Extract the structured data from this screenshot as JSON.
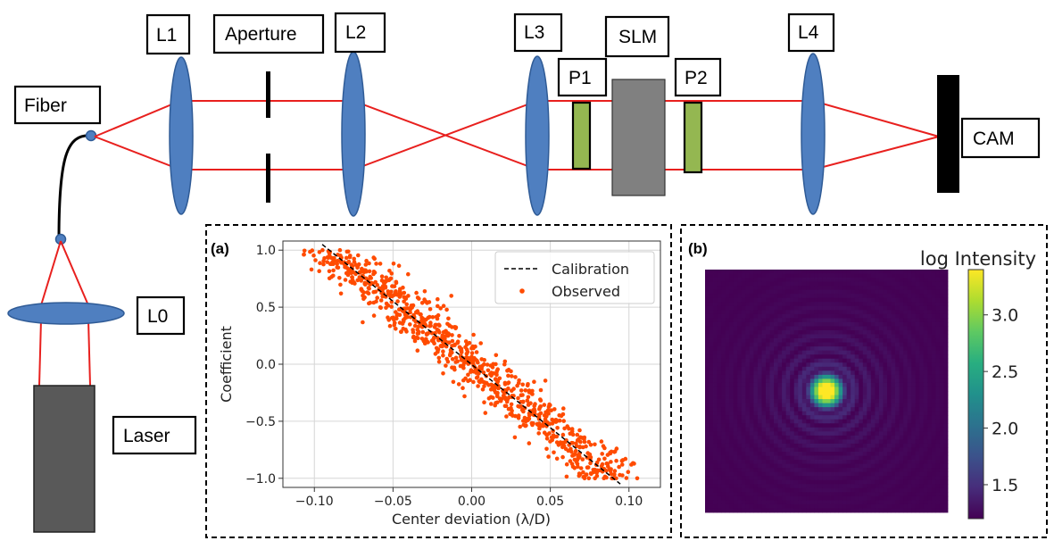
{
  "setup": {
    "labels": {
      "fiber": "Fiber",
      "l1": "L1",
      "aperture": "Aperture",
      "l2": "L2",
      "l3": "L3",
      "slm": "SLM",
      "p1": "P1",
      "p2": "P2",
      "l4": "L4",
      "cam": "CAM",
      "l0": "L0",
      "laser": "Laser"
    },
    "colors": {
      "beam": "#e8201e",
      "lens": "#4f7fc0",
      "polarizer": "#94b751",
      "slm": "#808080",
      "laser": "#595959",
      "camera": "#000000"
    }
  },
  "panel_a": {
    "label": "(a)",
    "chart_data": {
      "type": "scatter",
      "xlabel": "Center deviation (λ/D)",
      "ylabel": "Coefficient",
      "xlim": [
        -0.12,
        0.12
      ],
      "ylim": [
        -1.08,
        1.08
      ],
      "x_ticks": [
        "−0.10",
        "−0.05",
        "0.00",
        "0.05",
        "0.10"
      ],
      "y_ticks": [
        "1.0",
        "0.5",
        "0.0",
        "−0.5",
        "−1.0"
      ],
      "x_tick_values": [
        -0.1,
        -0.05,
        0,
        0.05,
        0.1
      ],
      "y_tick_values": [
        1.0,
        0.5,
        0.0,
        -0.5,
        -1.0
      ],
      "grid": true,
      "legend_position": "top-right",
      "series": [
        {
          "name": "Calibration",
          "kind": "line",
          "style": "dashed",
          "color": "#000000",
          "x": [
            -0.095,
            0.0945
          ],
          "y": [
            1.05,
            -1.05
          ]
        },
        {
          "name": "Observed",
          "kind": "scatter",
          "color": "#ff4b00",
          "model": {
            "slope": -11.0,
            "intercept": 0.0,
            "noise_sd": 0.12,
            "n_points": 900,
            "clip": [
              -1.0,
              1.0
            ]
          }
        }
      ]
    }
  },
  "panel_b": {
    "label": "(b)",
    "chart_data": {
      "type": "heatmap",
      "title": "log Intensity",
      "grid_size": 60,
      "colormap": "viridis",
      "clim": [
        1.2,
        3.4
      ],
      "colorbar_ticks": [
        "3.0",
        "2.5",
        "2.0",
        "1.5"
      ],
      "colorbar_tick_values": [
        3.0,
        2.5,
        2.0,
        1.5
      ],
      "peak_position": [
        0.5,
        0.5
      ],
      "profile": "airy"
    }
  }
}
